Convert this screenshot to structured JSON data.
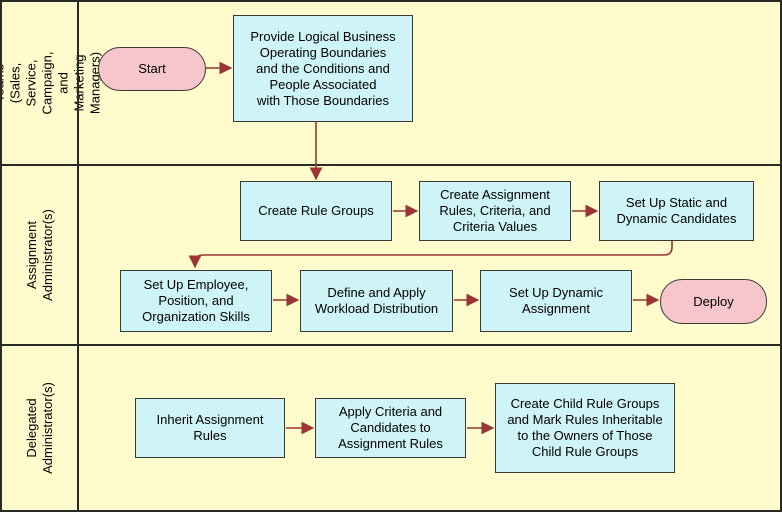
{
  "diagram": {
    "type": "swimlane-flowchart",
    "colors": {
      "background": "#FFFBCD",
      "process_fill": "#CFF4F7",
      "terminator_fill": "#F7C6CA",
      "arrow": "#993534",
      "node_border": "#3A3A35",
      "lane_line": "#2B2B26",
      "text": "#000000"
    },
    "lanes": [
      {
        "label": "Business Teams (Sales,\nService, Campaign, and\nMarketing Managers)"
      },
      {
        "label": "Assignment\nAdministrator(s)"
      },
      {
        "label": "Delegated\nAdministrator(s)"
      }
    ],
    "nodes": {
      "start": {
        "label": "Start",
        "shape": "terminator",
        "lane": 0
      },
      "provide_boundaries": {
        "label": "Provide Logical Business\nOperating Boundaries\nand the Conditions and\nPeople Associated\nwith Those Boundaries",
        "shape": "process",
        "lane": 0
      },
      "create_rule_groups": {
        "label": "Create Rule Groups",
        "shape": "process",
        "lane": 1
      },
      "create_assignment_rules": {
        "label": "Create Assignment\nRules, Criteria, and\nCriteria Values",
        "shape": "process",
        "lane": 1
      },
      "setup_static_dynamic_candidates": {
        "label": "Set Up Static and\nDynamic Candidates",
        "shape": "process",
        "lane": 1
      },
      "setup_employee_skills": {
        "label": "Set Up Employee,\nPosition, and\nOrganization Skills",
        "shape": "process",
        "lane": 1
      },
      "define_workload_distribution": {
        "label": "Define and Apply\nWorkload Distribution",
        "shape": "process",
        "lane": 1
      },
      "setup_dynamic_assignment": {
        "label": "Set Up Dynamic\nAssignment",
        "shape": "process",
        "lane": 1
      },
      "deploy": {
        "label": "Deploy",
        "shape": "terminator",
        "lane": 1
      },
      "inherit_assignment_rules": {
        "label": "Inherit Assignment\nRules",
        "shape": "process",
        "lane": 2
      },
      "apply_criteria_candidates": {
        "label": "Apply Criteria and\nCandidates to\nAssignment Rules",
        "shape": "process",
        "lane": 2
      },
      "create_child_rule_groups": {
        "label": "Create Child Rule Groups\nand Mark Rules Inheritable\nto the Owners of Those\nChild Rule Groups",
        "shape": "process",
        "lane": 2
      }
    },
    "flows": [
      {
        "from": "start",
        "to": "provide_boundaries"
      },
      {
        "from": "provide_boundaries",
        "to": "create_rule_groups"
      },
      {
        "from": "create_rule_groups",
        "to": "create_assignment_rules"
      },
      {
        "from": "create_assignment_rules",
        "to": "setup_static_dynamic_candidates"
      },
      {
        "from": "setup_static_dynamic_candidates",
        "to": "setup_employee_skills"
      },
      {
        "from": "setup_employee_skills",
        "to": "define_workload_distribution"
      },
      {
        "from": "define_workload_distribution",
        "to": "setup_dynamic_assignment"
      },
      {
        "from": "setup_dynamic_assignment",
        "to": "deploy"
      },
      {
        "from": "inherit_assignment_rules",
        "to": "apply_criteria_candidates"
      },
      {
        "from": "apply_criteria_candidates",
        "to": "create_child_rule_groups"
      }
    ]
  }
}
